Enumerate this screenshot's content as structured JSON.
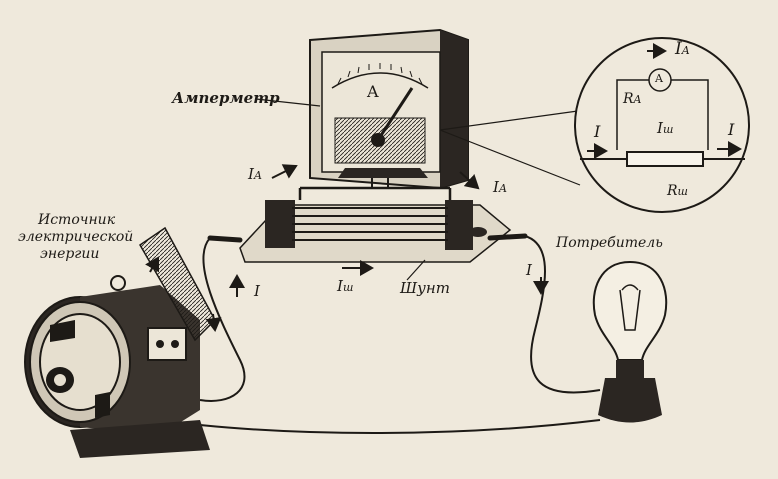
{
  "labels": {
    "ammeter": "Амперметр",
    "meter_letter": "A",
    "source_line1": "Источник",
    "source_line2": "электрической",
    "source_line3": "энергии",
    "consumer": "Потребитель",
    "shunt": "Шунт",
    "current": "I",
    "current_ammeter": "I",
    "current_ammeter_sub": "A",
    "current_shunt": "I",
    "current_shunt_sub": "ш"
  },
  "inset": {
    "ammeter_symbol": "A",
    "current_ammeter": "I",
    "current_ammeter_sub": "A",
    "resistance_ammeter": "R",
    "resistance_ammeter_sub": "A",
    "current_shunt": "I",
    "current_shunt_sub": "ш",
    "resistance_shunt": "R",
    "resistance_shunt_sub": "ш",
    "current_in": "I",
    "current_out": "I"
  },
  "colors": {
    "paper": "#efe9dc",
    "ink": "#1d1a16"
  }
}
